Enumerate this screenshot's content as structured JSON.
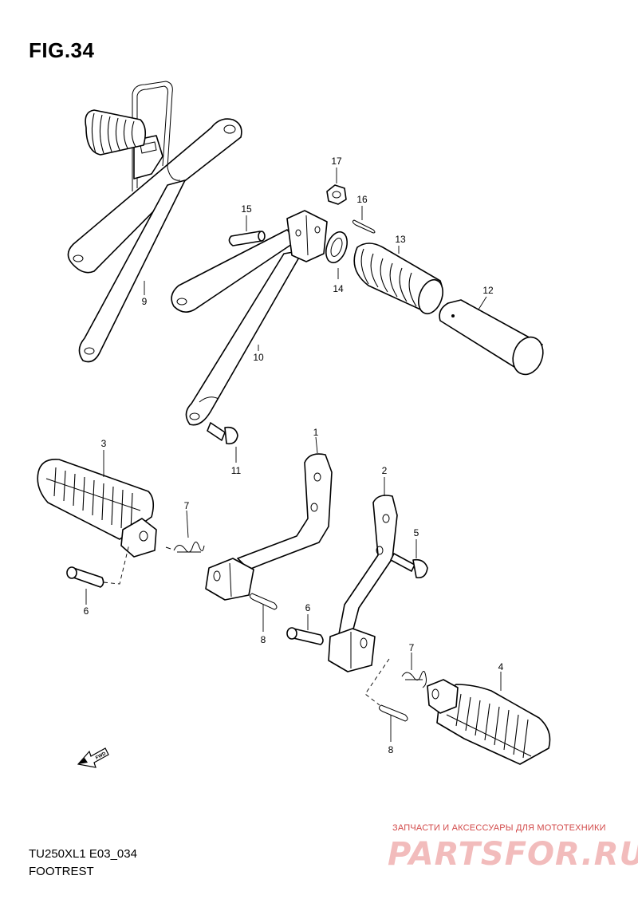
{
  "figure": {
    "title": "FIG.34",
    "model_code": "TU250XL1 E03_034",
    "section": "FOOTREST"
  },
  "parts": [
    {
      "ref": "1"
    },
    {
      "ref": "2"
    },
    {
      "ref": "3"
    },
    {
      "ref": "4"
    },
    {
      "ref": "5"
    },
    {
      "ref": "6"
    },
    {
      "ref": "6"
    },
    {
      "ref": "7"
    },
    {
      "ref": "7"
    },
    {
      "ref": "8"
    },
    {
      "ref": "8"
    },
    {
      "ref": "9"
    },
    {
      "ref": "10"
    },
    {
      "ref": "11"
    },
    {
      "ref": "12"
    },
    {
      "ref": "13"
    },
    {
      "ref": "14"
    },
    {
      "ref": "15"
    },
    {
      "ref": "16"
    },
    {
      "ref": "17"
    }
  ],
  "direction_arrow": {
    "label": "FWD"
  },
  "watermark": {
    "caption": "ЗАПЧАСТИ И АКСЕССУАРЫ ДЛЯ МОТОТЕХНИКИ",
    "logo": "PARTSFOR.RU",
    "color": "#d24a4a"
  }
}
